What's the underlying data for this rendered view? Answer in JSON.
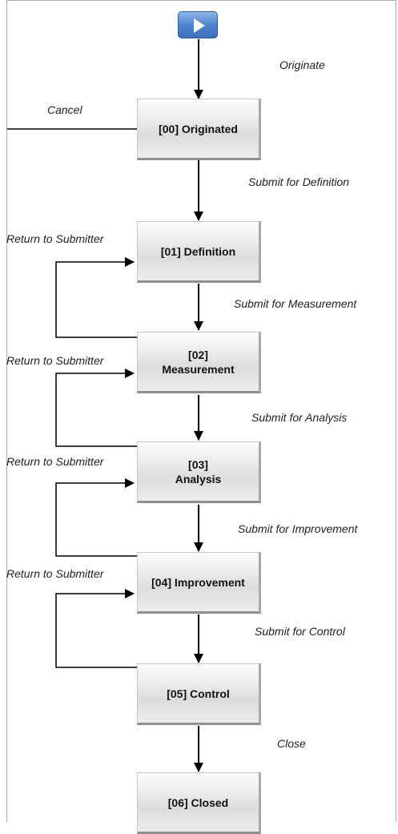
{
  "workflow": {
    "start_button_icon": "play-icon",
    "states": [
      {
        "id": "s0",
        "label": "[00] Originated"
      },
      {
        "id": "s1",
        "label": "[01] Definition"
      },
      {
        "id": "s2",
        "label": "[02]\nMeasurement"
      },
      {
        "id": "s3",
        "label": "[03]\nAnalysis"
      },
      {
        "id": "s4",
        "label": "[04] Improvement"
      },
      {
        "id": "s5",
        "label": "[05] Control"
      },
      {
        "id": "s6",
        "label": "[06] Closed"
      }
    ],
    "transitions": {
      "originate": "Originate",
      "cancel": "Cancel",
      "submit_definition": "Submit for Definition",
      "submit_measurement": "Submit for Measurement",
      "submit_analysis": "Submit for Analysis",
      "submit_improvement": "Submit for Improvement",
      "submit_control": "Submit for Control",
      "close": "Close",
      "return_1": "Return to Submitter",
      "return_2": "Return to Submitter",
      "return_3": "Return to Submitter",
      "return_4": "Return to Submitter"
    },
    "colors": {
      "arrow": "#000000",
      "start_button": "#4e85cf"
    }
  }
}
